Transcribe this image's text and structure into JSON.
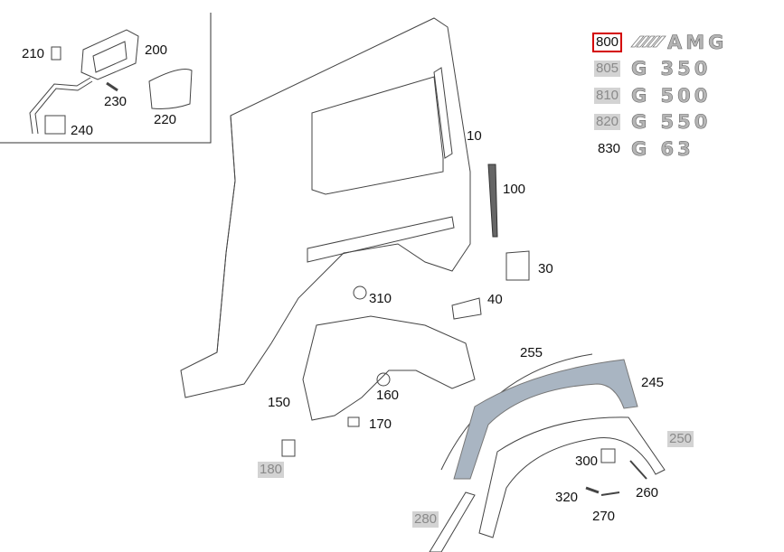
{
  "callouts": {
    "p210": "210",
    "p200": "200",
    "p230": "230",
    "p220": "220",
    "p240": "240",
    "p10": "10",
    "p100": "100",
    "p30": "30",
    "p40": "40",
    "p310": "310",
    "p160": "160",
    "p150": "150",
    "p170": "170",
    "p180": "180",
    "p255": "255",
    "p245": "245",
    "p250": "250",
    "p300": "300",
    "p260": "260",
    "p320": "320",
    "p270": "270",
    "p280": "280",
    "p800": "800",
    "p805": "805",
    "p810": "810",
    "p820": "820",
    "p830": "830"
  },
  "badges": {
    "b800": "AMG",
    "b805": "G 350",
    "b810": "G 500",
    "b820": "G 550",
    "b830": "G 63"
  },
  "colors": {
    "selected": "#d40000",
    "unavailable_bg": "#d3d3d3",
    "part_fill": "#a9b5c2"
  }
}
